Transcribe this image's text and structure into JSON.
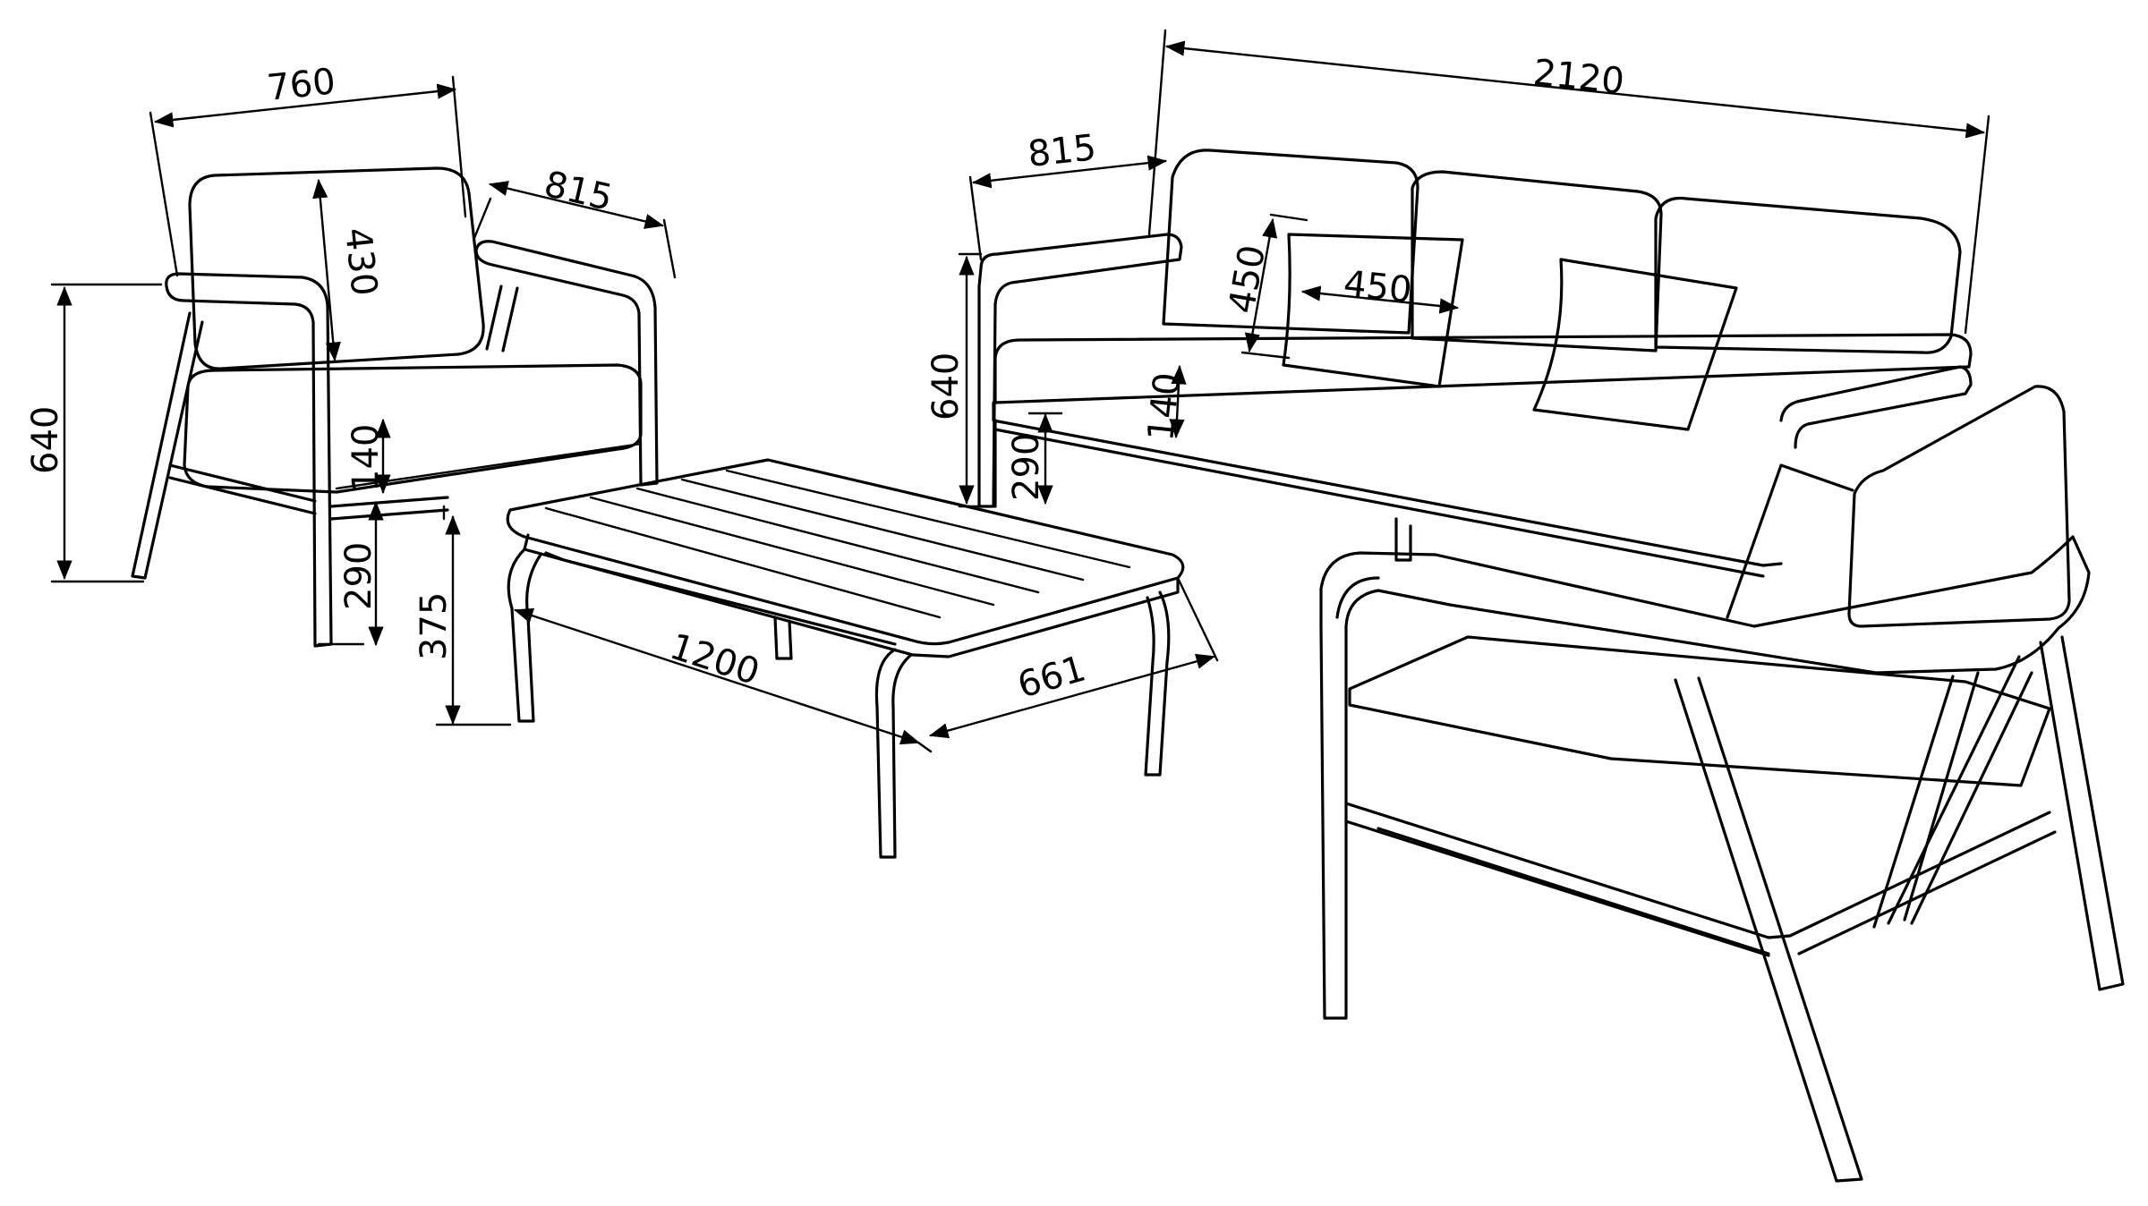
{
  "diagram": {
    "subject": "outdoor furniture set",
    "line_color": "#000000",
    "background": "#ffffff",
    "dimensions": {
      "armchair_width": "760",
      "armchair_depth": "815",
      "armchair_back_height": "430",
      "armchair_height": "640",
      "armchair_cushion": "140",
      "armchair_seat_height": "290",
      "table_height": "375",
      "table_length": "1200",
      "table_width": "661",
      "sofa_width": "2120",
      "sofa_depth": "815",
      "sofa_height": "640",
      "sofa_seat_height": "290",
      "sofa_cushion": "140",
      "pillow_height": "450",
      "pillow_width": "450"
    }
  }
}
